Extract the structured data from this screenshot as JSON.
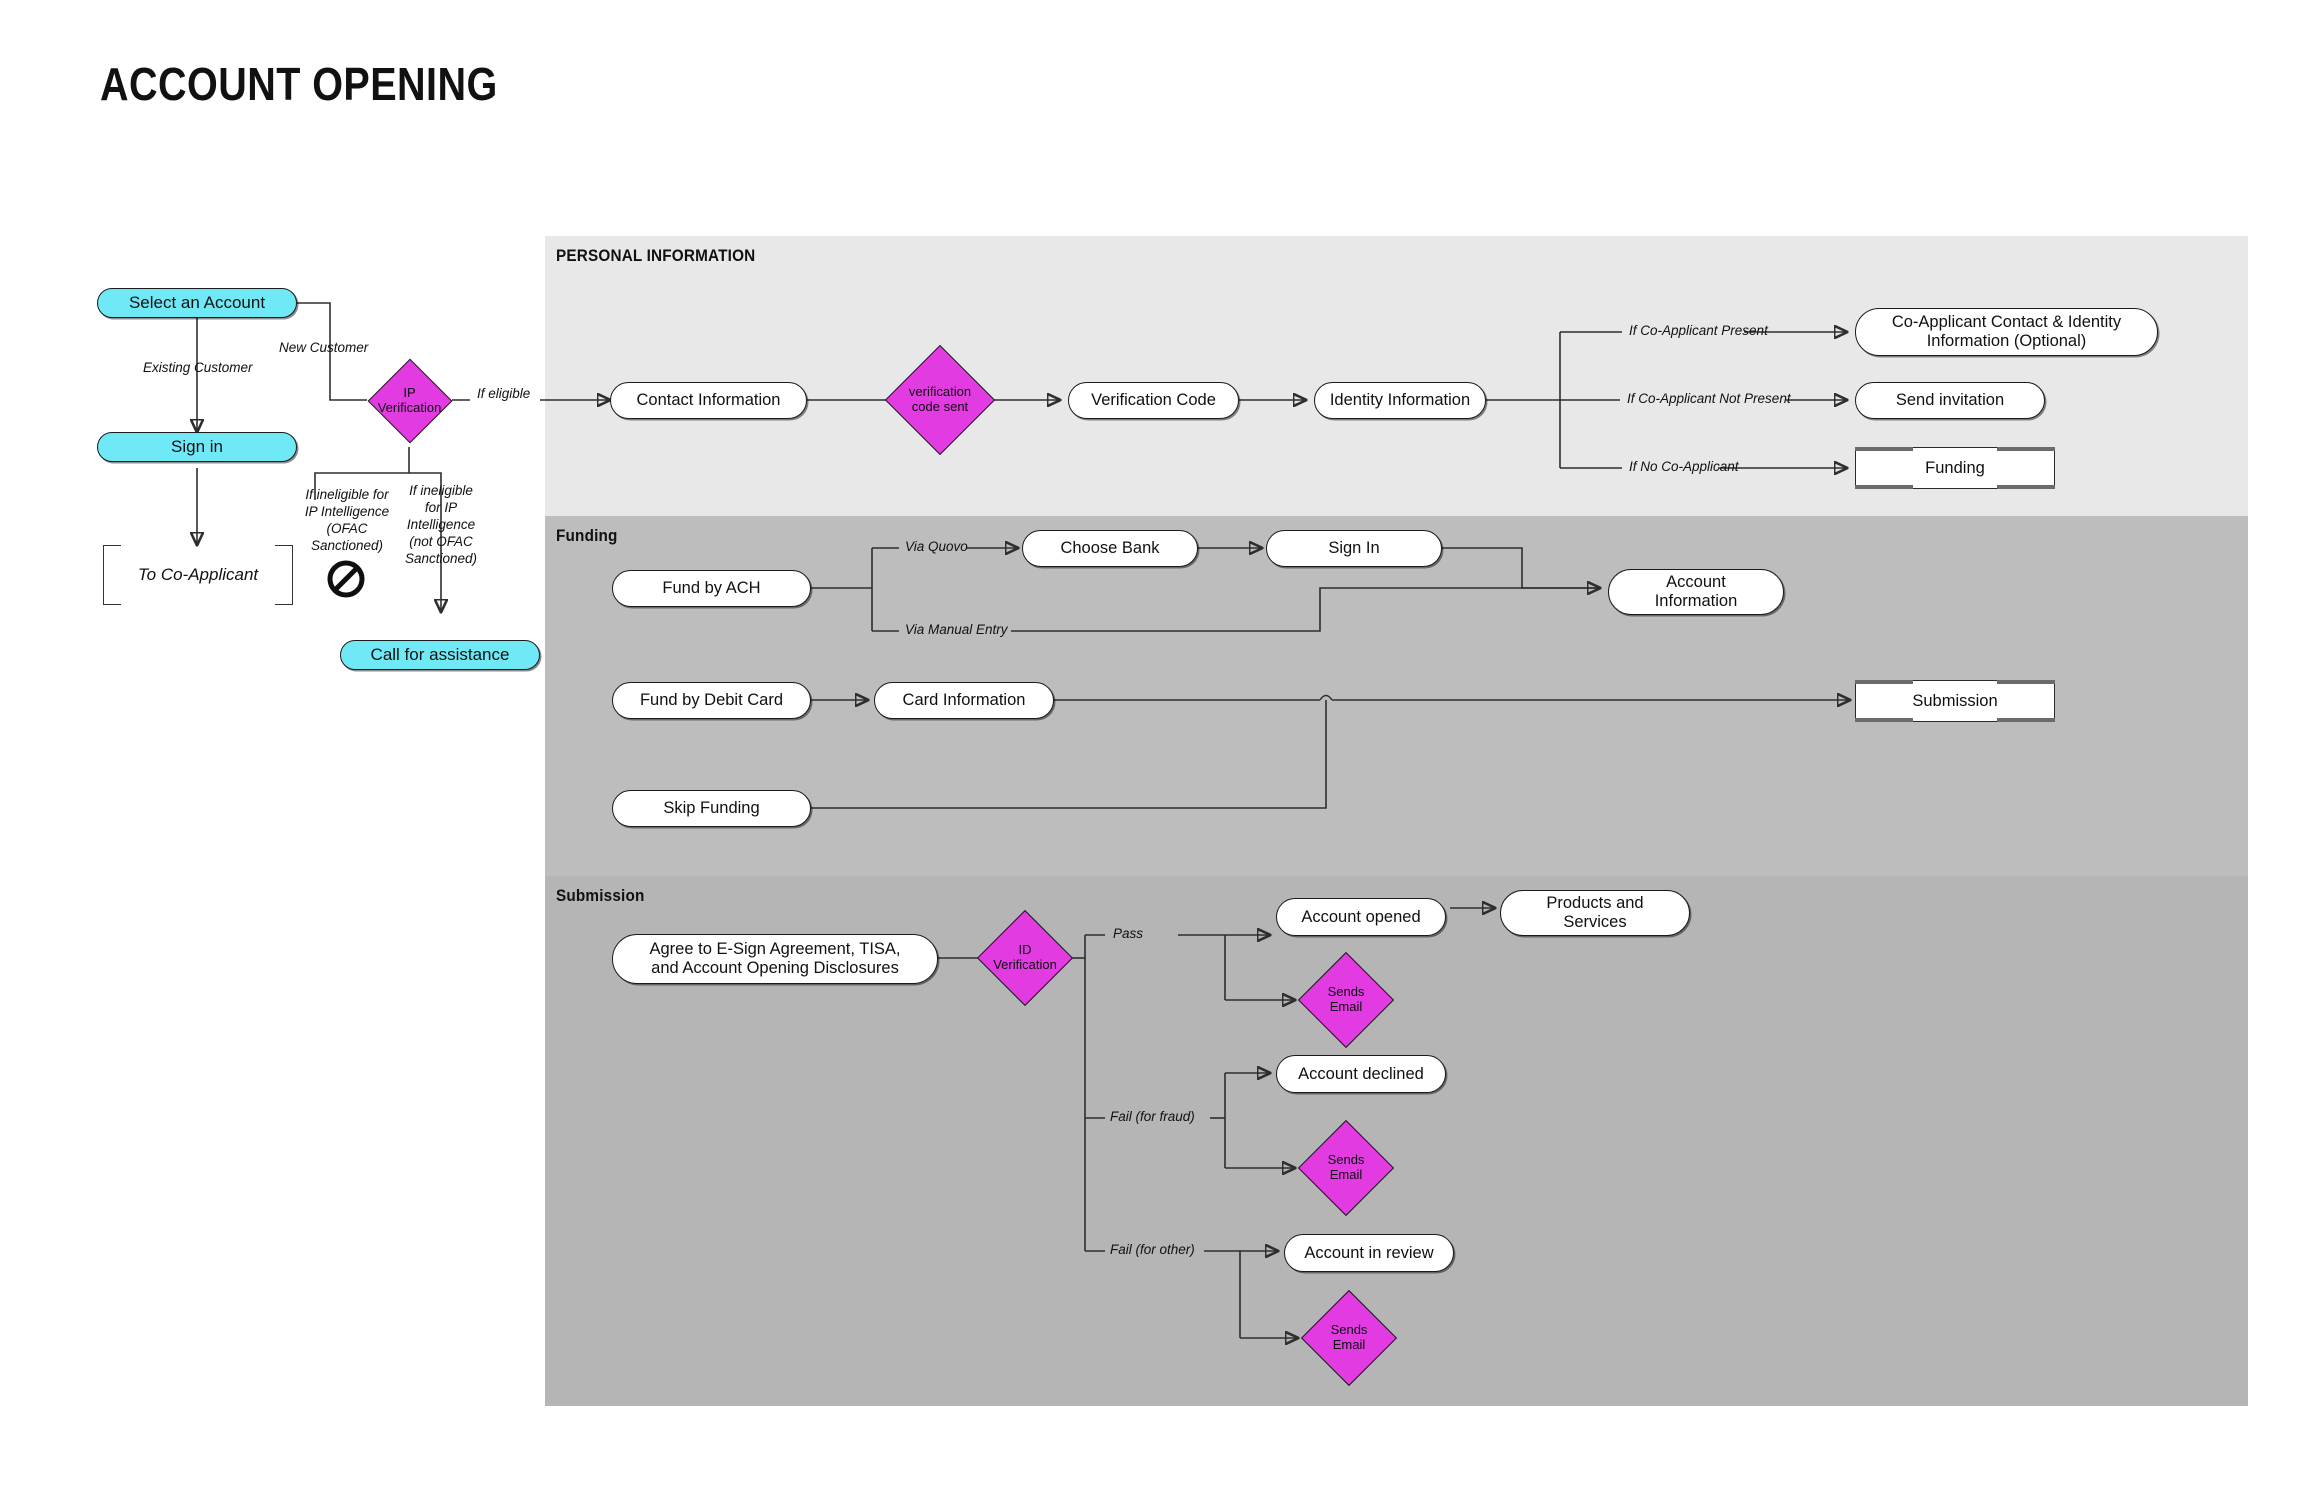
{
  "page": {
    "title": "ACCOUNT OPENING",
    "background": "#ffffff"
  },
  "colors": {
    "accent_cyan": "#6FE9F5",
    "accent_magenta": "#E23BE2",
    "band_personal": "#E8E8E8",
    "band_funding": "#BDBDBD",
    "band_submission": "#B5B5B5",
    "stroke": "#1a1a1a"
  },
  "bands": [
    {
      "key": "personal",
      "label": "PERSONAL INFORMATION",
      "color": "#E8E8E8"
    },
    {
      "key": "funding",
      "label": "Funding",
      "color": "#BDBDBD"
    },
    {
      "key": "submission",
      "label": "Submission",
      "color": "#B5B5B5"
    }
  ],
  "entry": {
    "select_account": "Select an Account",
    "sign_in": "Sign in",
    "to_co_applicant": "To Co-Applicant",
    "call_for_assistance": "Call for assistance",
    "ip_verification": "IP\nVerification",
    "ip_verification_line1": "IP",
    "ip_verification_line2": "Verification",
    "labels": {
      "existing_customer": "Existing Customer",
      "new_customer": "New Customer",
      "if_eligible": "If eligible",
      "ineligible_ofac": "If ineligible for\nIP Intelligence\n(OFAC\nSanctioned)",
      "ineligible_not_ofac": "If ineligible\nfor IP\nIntelligence\n(not OFAC\nSanctioned)"
    },
    "blocked_icon": "prohibition-icon"
  },
  "personal_information": {
    "nodes": {
      "contact_information": "Contact Information",
      "verification_code_sent_l1": "verification",
      "verification_code_sent_l2": "code sent",
      "verification_code": "Verification Code",
      "identity_information": "Identity Information",
      "co_applicant_optional_l1": "Co-Applicant Contact & Identity",
      "co_applicant_optional_l2": "Information (Optional)",
      "send_invitation": "Send invitation",
      "funding_ref": "Funding"
    },
    "labels": {
      "co_applicant_present": "If Co-Applicant Present",
      "co_applicant_not_present": "If Co-Applicant Not Present",
      "no_co_applicant": "If No Co-Applicant"
    }
  },
  "funding": {
    "nodes": {
      "fund_by_ach": "Fund by ACH",
      "choose_bank": "Choose Bank",
      "sign_in": "Sign In",
      "account_information_l1": "Account",
      "account_information_l2": "Information",
      "fund_by_debit_card": "Fund by Debit Card",
      "card_information": "Card Information",
      "skip_funding": "Skip Funding",
      "submission_ref": "Submission"
    },
    "labels": {
      "via_quovo": "Via Quovo",
      "via_manual_entry": "Via Manual Entry"
    }
  },
  "submission": {
    "nodes": {
      "agree_disclosures_l1": "Agree to E-Sign Agreement, TISA,",
      "agree_disclosures_l2": "and Account Opening Disclosures",
      "id_verification_l1": "ID",
      "id_verification_l2": "Verification",
      "account_opened": "Account opened",
      "products_and_services_l1": "Products and",
      "products_and_services_l2": "Services",
      "account_declined": "Account declined",
      "account_in_review": "Account in review",
      "sends_email_l1": "Sends",
      "sends_email_l2": "Email"
    },
    "labels": {
      "pass": "Pass",
      "fail_fraud": "Fail (for fraud)",
      "fail_other": "Fail (for other)"
    }
  }
}
